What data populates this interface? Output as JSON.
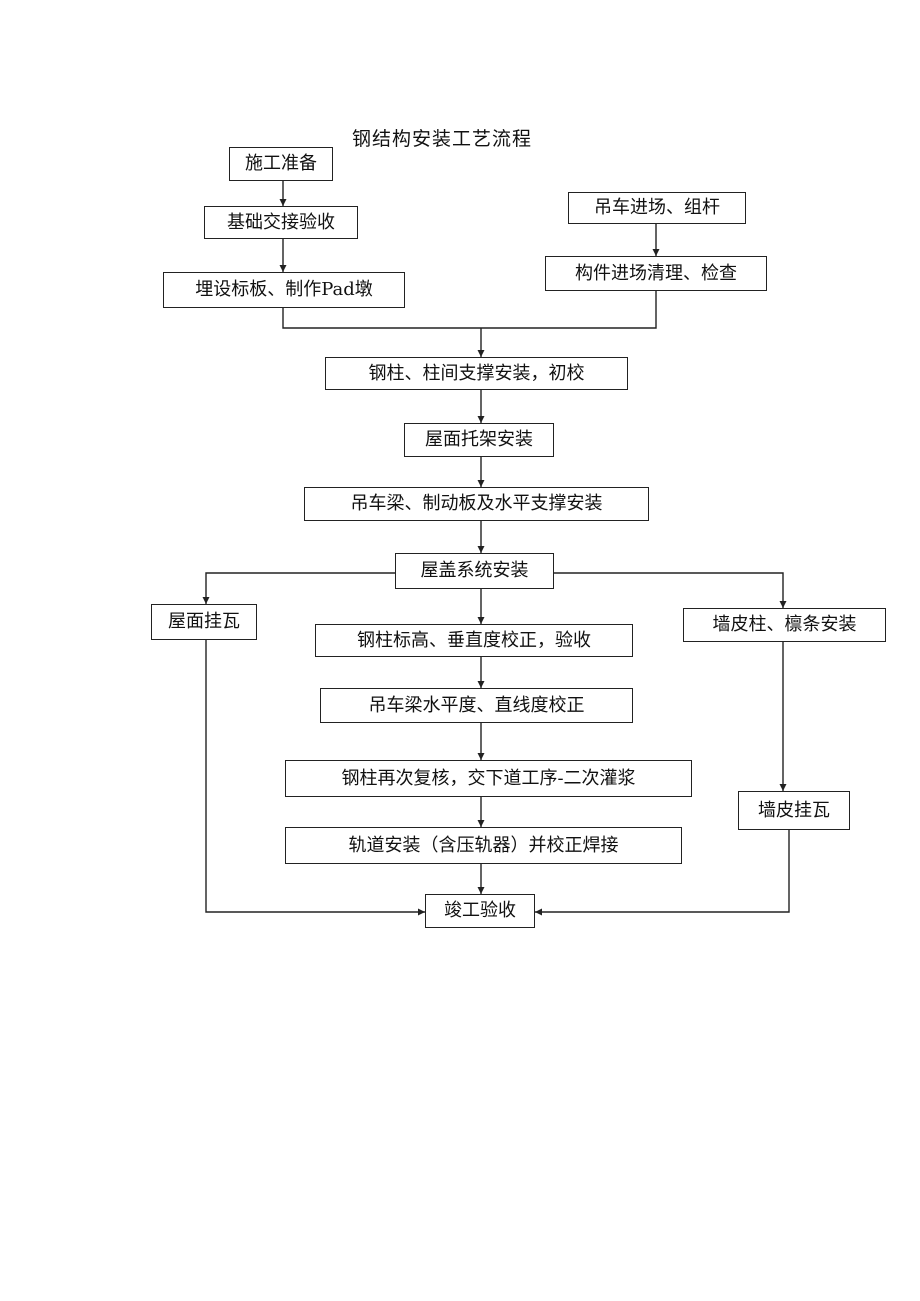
{
  "title": "钢结构安装工艺流程",
  "steps": {
    "construction_prep": "施工准备",
    "foundation_handover": "基础交接验收",
    "embed_markers": "埋设标板、制作Pad墩",
    "crane_entry": "吊车进场、组杆",
    "member_entry": "构件进场清理、检查",
    "column_install": "钢柱、柱间支撑安装，初校",
    "roof_truss": "屋面托架安装",
    "crane_beam": "吊车梁、制动板及水平支撑安装",
    "roof_system": "屋盖系统安装",
    "roof_tiles": "屋面挂瓦",
    "column_elevation": "钢柱标高、垂直度校正，验收",
    "wall_columns": "墙皮柱、檩条安装",
    "beam_level": "吊车梁水平度、直线度校正",
    "column_recheck": "钢柱再次复核，交下道工序-二次灌浆",
    "wall_tiles": "墙皮挂瓦",
    "rail_install": "轨道安装（含压轨器）并校正焊接",
    "completion": "竣工验收"
  }
}
